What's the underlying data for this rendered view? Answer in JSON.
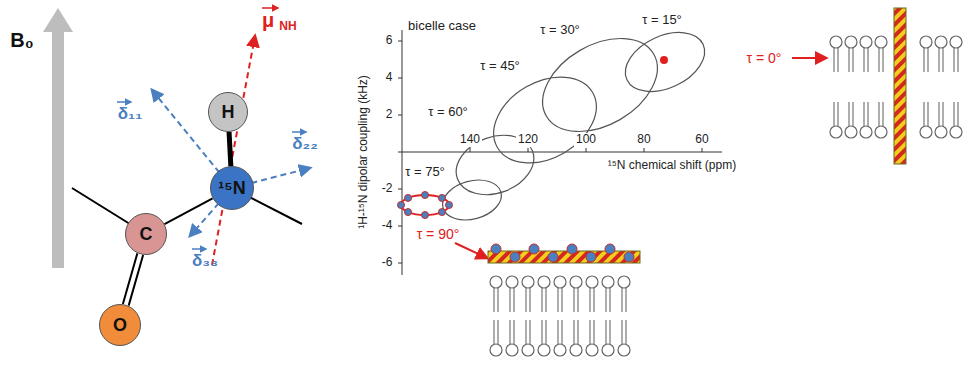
{
  "diagram": {
    "nodes": [
      {
        "text": [
          "H"
        ]
      },
      {
        "text": [
          "¹⁵N"
        ]
      },
      {
        "text": [
          "C"
        ]
      },
      {
        "text": [
          "O"
        ]
      }
    ],
    "edges": [
      {
        "from": 1,
        "to": 0,
        "arrow": "none"
      },
      {
        "from": 2,
        "to": 1,
        "arrow": "none"
      },
      {
        "from": 2,
        "to": 3,
        "arrow": "none"
      }
    ],
    "labels": [
      "B₀",
      "μ",
      "NH",
      "δ₁₁",
      "δ₂₂",
      "δ₃₃",
      "bicelle case",
      "τ = 15°",
      "τ = 30°",
      "τ = 45°",
      "τ = 60°",
      "τ = 75°",
      "τ = 0°",
      "τ = 90°",
      "6",
      "4",
      "2",
      "-2",
      "-4",
      "-6",
      "140",
      "120",
      "100",
      "80",
      "60",
      "¹H-¹⁵N dipolar coupling (kHz)",
      "¹⁵N chemical shift (ppm)"
    ]
  }
}
